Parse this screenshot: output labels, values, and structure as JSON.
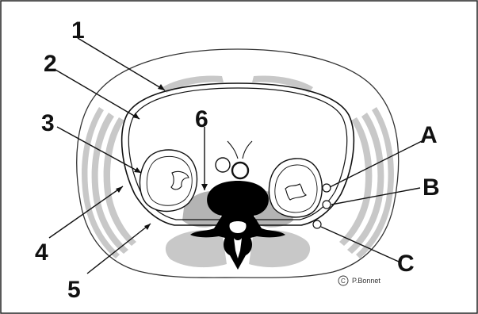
{
  "labels": {
    "n1": "1",
    "n2": "2",
    "n3": "3",
    "n4": "4",
    "n5": "5",
    "n6": "6",
    "a": "A",
    "b": "B",
    "c": "C"
  },
  "credit": {
    "symbol": "C",
    "author": "P.Bonnet"
  },
  "colors": {
    "muscle": "#c8c8c8",
    "muscle_dark": "#b4b4b4",
    "outline": "#111111",
    "vertebra": "#000000",
    "skin": "#ffffff"
  }
}
